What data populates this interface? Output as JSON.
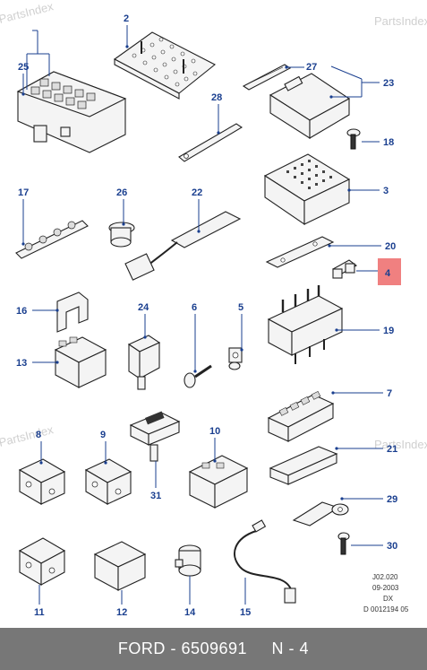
{
  "watermark": "PartsIndex",
  "callouts": {
    "n2": "2",
    "n25": "25",
    "n27": "27",
    "n23": "23",
    "n28": "28",
    "n18": "18",
    "n17": "17",
    "n26": "26",
    "n22": "22",
    "n3": "3",
    "n20": "20",
    "n4": "4",
    "n16": "16",
    "n24": "24",
    "n6": "6",
    "n5": "5",
    "n19": "19",
    "n13": "13",
    "n7": "7",
    "n8": "8",
    "n9": "9",
    "n10": "10",
    "n21": "21",
    "n31": "31",
    "n29": "29",
    "n30": "30",
    "n11": "11",
    "n12": "12",
    "n14": "14",
    "n15": "15"
  },
  "highlight_color": "#f08080",
  "callout_color": "#1a3f8f",
  "ref": {
    "code": "J02.020",
    "date": "09-2003",
    "variant": "DX",
    "doc": "D 0012194 05"
  },
  "footer": {
    "brand": "FORD",
    "sep": "-",
    "part_number": "6509691",
    "position": "N - 4"
  }
}
